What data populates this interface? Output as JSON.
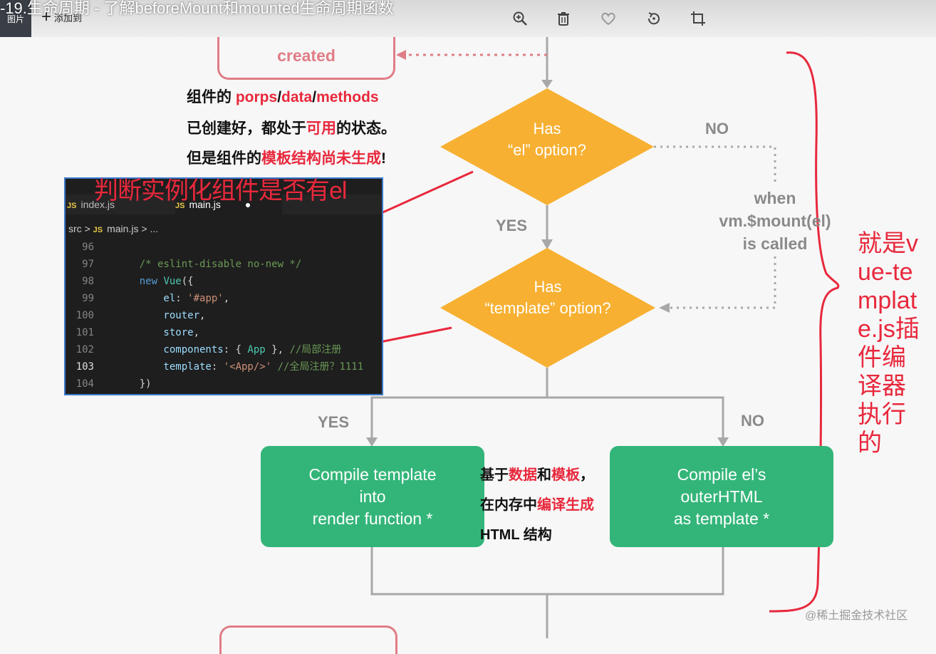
{
  "viewer": {
    "video_title": "-19.生命周期 - 了解beforeMount和mounted生命周期函数",
    "thumbnail_label": "图片",
    "add_label": "添加到",
    "tools": [
      "zoom-in-icon",
      "trash-icon",
      "heart-icon",
      "rotate-icon",
      "crop-icon"
    ]
  },
  "flowchart": {
    "created_label": "created",
    "note_lines": [
      {
        "parts": [
          "组件的 ",
          "porps",
          "/",
          "data",
          "/",
          "methods"
        ]
      },
      {
        "parts": [
          "已创建好，都处于",
          "可用",
          "的状态。"
        ]
      },
      {
        "parts": [
          "但是组件的",
          "模板结构尚未生成",
          "!"
        ]
      }
    ],
    "diamond1": [
      "Has",
      "“el” option?"
    ],
    "diamond2": [
      "Has",
      "“template” option?"
    ],
    "no_label": "NO",
    "yes_label": "YES",
    "when_lines": [
      "when",
      "vm.$mount(el)",
      "is called"
    ],
    "branch_yes": "YES",
    "branch_no": "NO",
    "box_left": [
      "Compile template",
      "into",
      "render function *"
    ],
    "box_right": [
      "Compile el’s",
      "outerHTML",
      "as template *"
    ],
    "middle_note": [
      {
        "parts": [
          "基于",
          "数据",
          "和",
          "模板",
          "，"
        ]
      },
      {
        "parts": [
          "在内存中",
          "编译生成"
        ]
      },
      {
        "parts": [
          "HTML 结构"
        ]
      }
    ]
  },
  "editor": {
    "caption": "判断实例化组件是否有el",
    "tabs": [
      {
        "icon": "JS",
        "name": "index.js"
      },
      {
        "icon": "JS",
        "name": "main.js",
        "dot": "●"
      }
    ],
    "breadcrumb": [
      "src",
      ">",
      "JS",
      "main.js",
      ">",
      "..."
    ],
    "lines": [
      {
        "n": "96",
        "code": []
      },
      {
        "n": "97",
        "code": [
          [
            "c-com",
            "    /* eslint-disable no-new */"
          ]
        ]
      },
      {
        "n": "98",
        "code": [
          [
            "c-kw",
            "    new "
          ],
          [
            "c-id",
            "Vue"
          ],
          [
            "c-p",
            "({"
          ]
        ]
      },
      {
        "n": "99",
        "code": [
          [
            "c-prop",
            "        el"
          ],
          [
            "c-p",
            ": "
          ],
          [
            "c-str",
            "'#app'"
          ],
          [
            "c-p",
            ","
          ]
        ]
      },
      {
        "n": "100",
        "code": [
          [
            "c-prop",
            "        router"
          ],
          [
            "c-p",
            ","
          ]
        ]
      },
      {
        "n": "101",
        "code": [
          [
            "c-prop",
            "        store"
          ],
          [
            "c-p",
            ","
          ]
        ]
      },
      {
        "n": "102",
        "code": [
          [
            "c-prop",
            "        components"
          ],
          [
            "c-p",
            ": { "
          ],
          [
            "c-id",
            "App"
          ],
          [
            "c-p",
            " }, "
          ],
          [
            "c-com",
            "//局部注册"
          ]
        ]
      },
      {
        "n": "103",
        "code": [
          [
            "c-prop",
            "        template"
          ],
          [
            "c-p",
            ": "
          ],
          [
            "c-str",
            "'<App/>'"
          ],
          [
            "c-p",
            " "
          ],
          [
            "c-com",
            "//全局注册？1111"
          ]
        ],
        "active": true
      },
      {
        "n": "104",
        "code": [
          [
            "c-p",
            "    })"
          ]
        ]
      }
    ]
  },
  "right_note": "就是vue-template.js插件编译器执行的",
  "watermark": "@稀土掘金技术社区",
  "colors": {
    "accent_red": "#e8283c",
    "diamond": "#f7b031",
    "green": "#33b579",
    "pink": "#e07d86"
  }
}
